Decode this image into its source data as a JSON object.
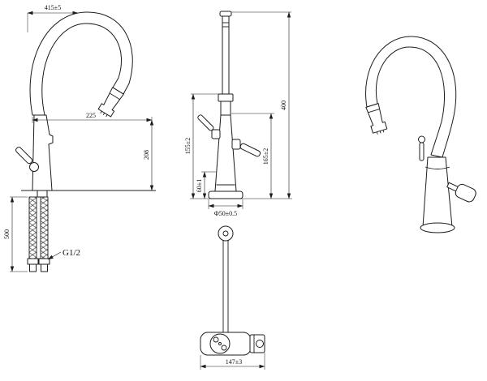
{
  "drawing": {
    "colors": {
      "line": "#1c1c1c",
      "background": "#ffffff"
    },
    "side_view": {
      "dims": {
        "top_width": "415±5",
        "spout_reach": "225",
        "spout_height": "208",
        "hose_length": "500",
        "thread": "G1/2"
      }
    },
    "front_view": {
      "dims": {
        "total_height": "400",
        "outlet_height": "155±2",
        "handle_height": "165±2",
        "body_height": "60±1",
        "base_diameter": "Φ50±0.5"
      }
    },
    "mounting_view": {
      "dims": {
        "plate_length": "147±3"
      }
    }
  }
}
